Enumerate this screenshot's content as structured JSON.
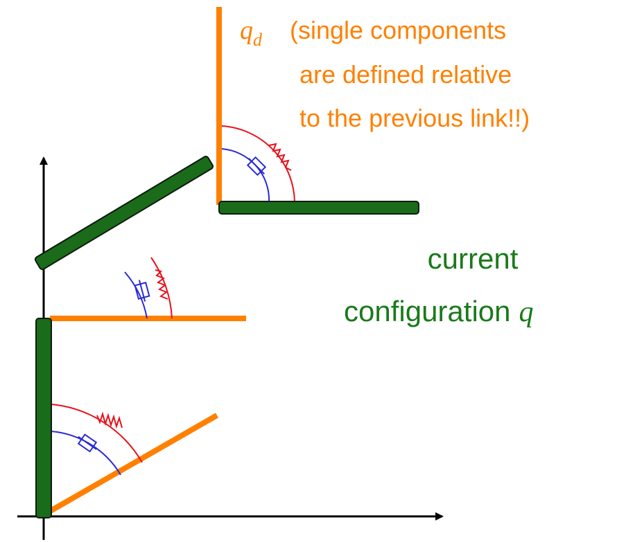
{
  "annotation": {
    "symbol_base": "q",
    "symbol_subscript": "d",
    "line1": "(single components",
    "line2": "are defined relative",
    "line3": "to the previous link!!)"
  },
  "current_label": {
    "line1": "current",
    "line2_text": "configuration",
    "line2_symbol": "q"
  },
  "colors": {
    "desired_links": "#ff8000",
    "current_links": "#1a6b1a",
    "link_outline": "#0d1a0d",
    "current_text": "#1a7a1a",
    "spring": "#e8101a",
    "damper": "#2a2ad6",
    "axes": "#000000"
  }
}
